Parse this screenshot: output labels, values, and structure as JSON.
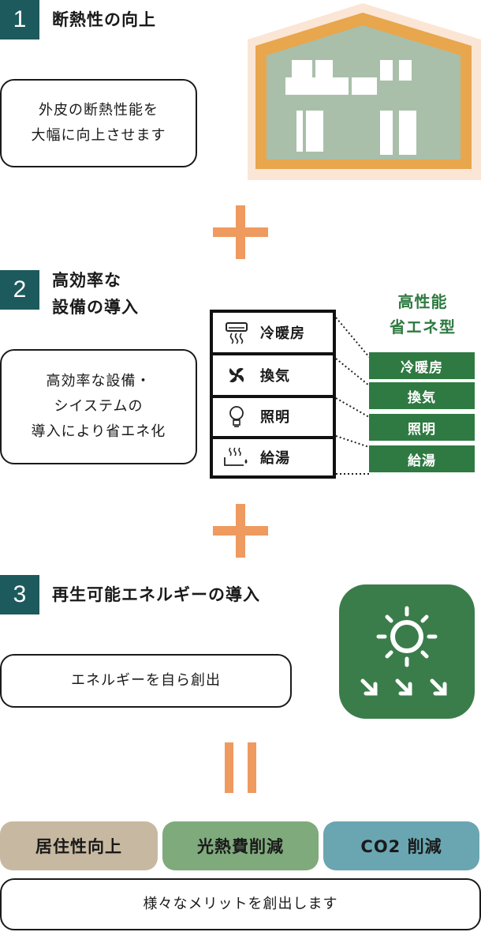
{
  "section1": {
    "number": "1",
    "title": "断熱性の向上",
    "desc_line1": "外皮の断熱性能を",
    "desc_line2": "大幅に向上させます"
  },
  "section2": {
    "number": "2",
    "title_line1": "高効率な",
    "title_line2": "設備の導入",
    "desc_line1": "高効率な設備・",
    "desc_line2": "シイステムの",
    "desc_line3": "導入により省エネ化",
    "equipment": [
      {
        "label": "冷暖房",
        "icon": "air-conditioner-icon"
      },
      {
        "label": "換気",
        "icon": "fan-icon"
      },
      {
        "label": "照明",
        "icon": "light-bulb-icon"
      },
      {
        "label": "給湯",
        "icon": "water-heater-icon"
      }
    ],
    "green_title_line1": "高性能",
    "green_title_line2": "省エネ型",
    "green_tags": [
      "冷暖房",
      "換気",
      "照明",
      "給湯"
    ]
  },
  "section3": {
    "number": "3",
    "title": "再生可能エネルギーの導入",
    "desc": "エネルギーを自ら創出"
  },
  "results": {
    "items": [
      {
        "label": "居住性向上",
        "color": "#c7b9a1"
      },
      {
        "label": "光熱費削減",
        "color": "#7faa7c"
      },
      {
        "label": "CO2 削減",
        "color": "#6aa6b1"
      }
    ],
    "summary": "様々なメリットを創出します"
  },
  "colors": {
    "accent_orange": "#ef9a5f",
    "teal": "#1d5a5e",
    "green": "#2f7a42",
    "house_fill": "#a9bfaa",
    "house_outline": "#e8a64d"
  }
}
